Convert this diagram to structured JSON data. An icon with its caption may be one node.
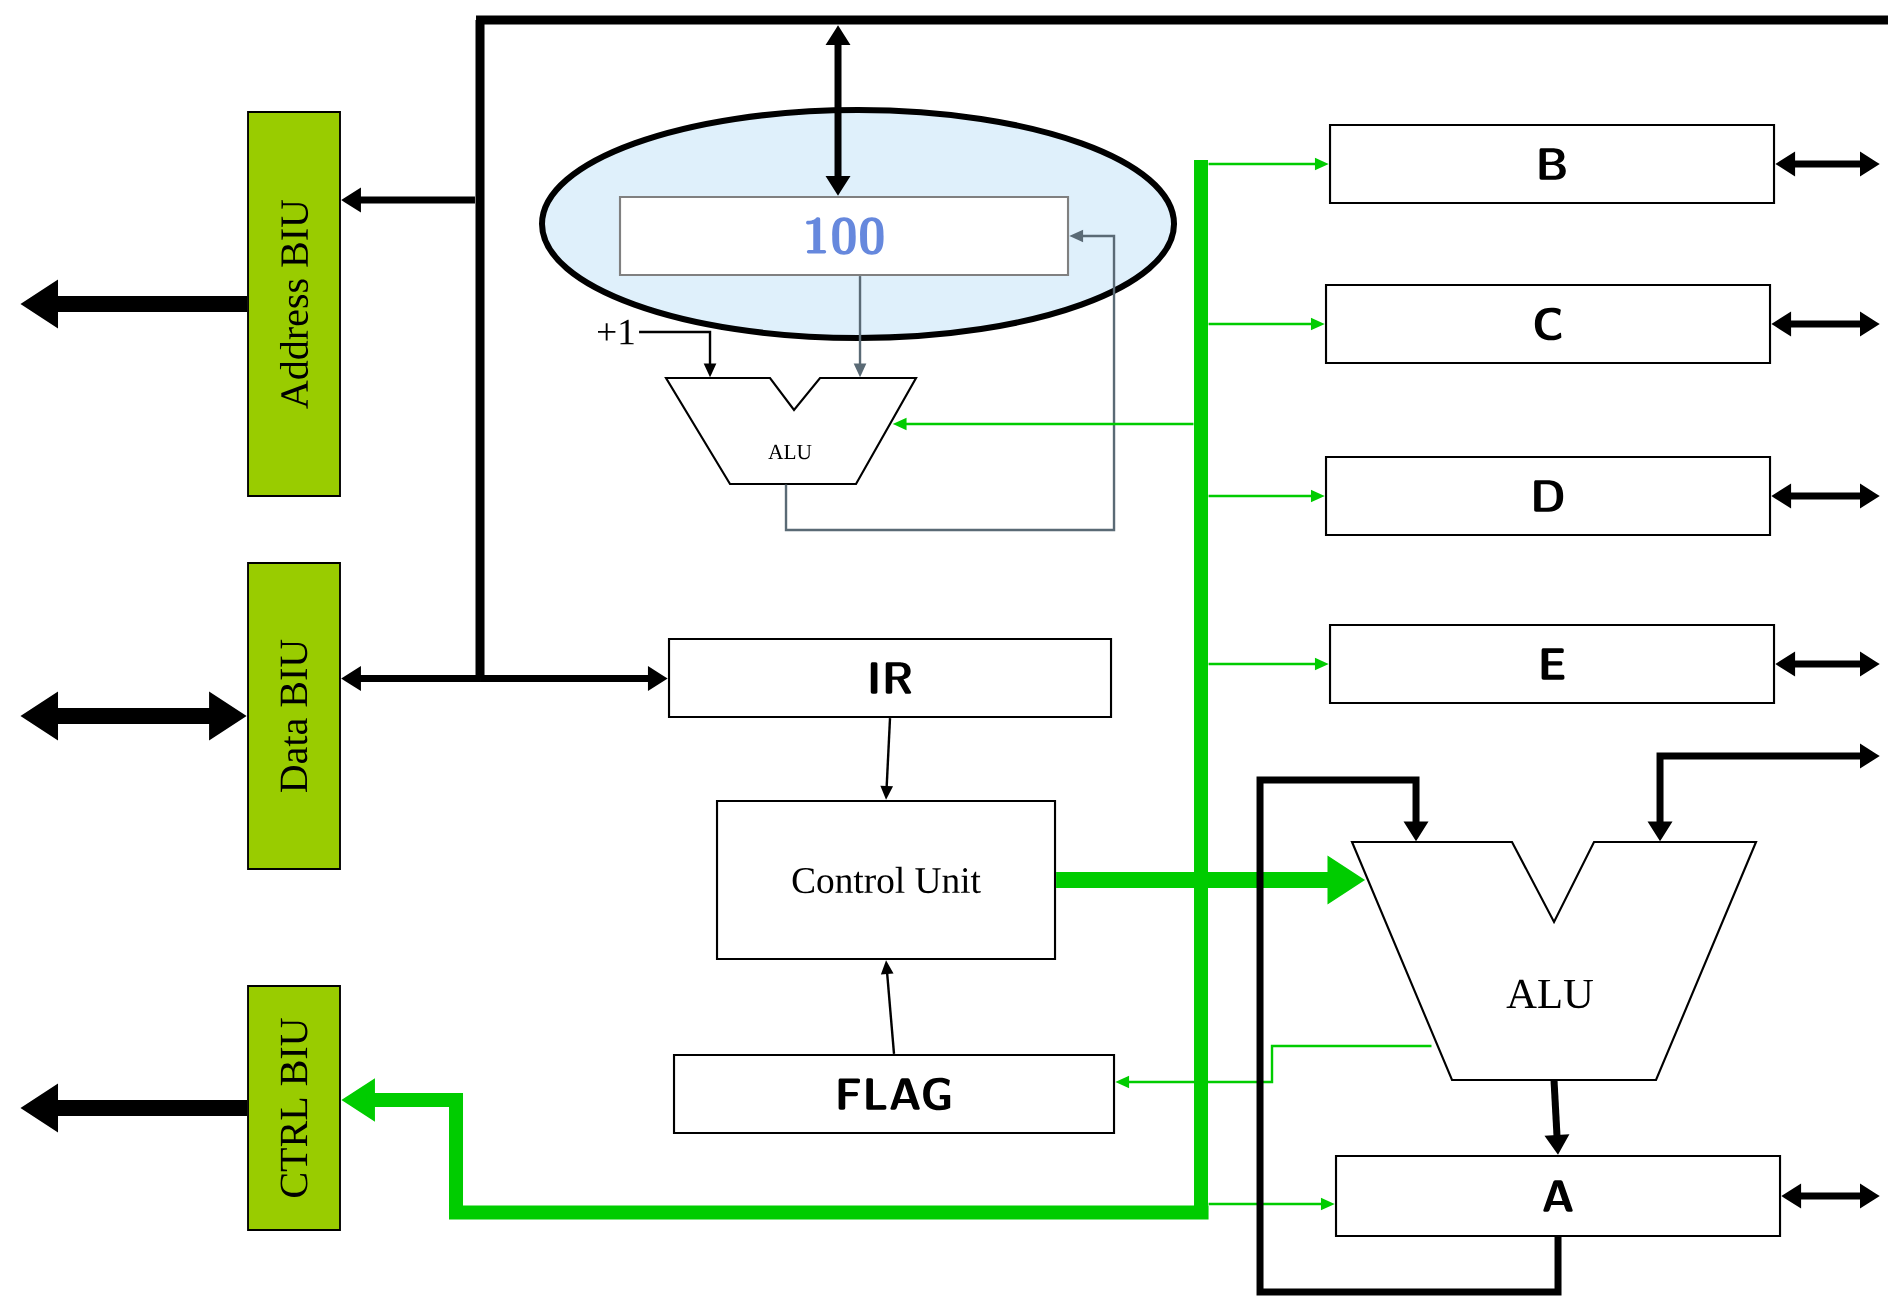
{
  "diagram": {
    "nodes": [
      {
        "text": [
          "Address BIU"
        ]
      },
      {
        "text": [
          "Data BIU"
        ]
      },
      {
        "text": [
          "CTRL BIU"
        ]
      },
      {
        "text": [],
        "shape": "bar"
      },
      {
        "text": [],
        "shape": "ellipse"
      },
      {
        "text": [
          "100"
        ],
        "in": 4
      },
      {
        "text": [
          "+1"
        ]
      },
      {
        "text": [
          "ALU"
        ]
      },
      {
        "text": [],
        "shape": "bar"
      },
      {
        "text": [
          "B"
        ]
      },
      {
        "text": [
          "C"
        ]
      },
      {
        "text": [
          "D"
        ]
      },
      {
        "text": [
          "E"
        ]
      },
      {
        "text": [
          "IR"
        ]
      },
      {
        "text": [
          "Control Unit"
        ]
      },
      {
        "text": [
          "FLAG"
        ]
      },
      {
        "text": [
          "ALU"
        ]
      },
      {
        "text": [
          "A"
        ]
      },
      {
        "text": [],
        "shape": "bar"
      }
    ],
    "edges": [
      {
        "from": 0,
        "to": null,
        "arrow": "to",
        "style": "thick"
      },
      {
        "from": 1,
        "to": null,
        "arrow": "both",
        "style": "thick"
      },
      {
        "from": 2,
        "to": null,
        "arrow": "to",
        "style": "thick"
      },
      {
        "from": 3,
        "to": 0,
        "arrow": "to"
      },
      {
        "from": 3,
        "to": 1,
        "arrow": "to"
      },
      {
        "from": 3,
        "to": 13,
        "arrow": "to"
      },
      {
        "from": 18,
        "to": 5,
        "arrow": "both"
      },
      {
        "from": 5,
        "to": 7,
        "arrow": "to",
        "color": "#5a6a75"
      },
      {
        "from": 6,
        "to": 7,
        "arrow": "to"
      },
      {
        "from": 7,
        "to": 5,
        "arrow": "to",
        "color": "#5a6a75"
      },
      {
        "from": 8,
        "to": 7,
        "arrow": "to",
        "color": "#00cc00"
      },
      {
        "from": 8,
        "to": 9,
        "arrow": "to",
        "color": "#00cc00"
      },
      {
        "from": 8,
        "to": 10,
        "arrow": "to",
        "color": "#00cc00"
      },
      {
        "from": 8,
        "to": 11,
        "arrow": "to",
        "color": "#00cc00"
      },
      {
        "from": 8,
        "to": 12,
        "arrow": "to",
        "color": "#00cc00"
      },
      {
        "from": 8,
        "to": 17,
        "arrow": "to",
        "color": "#00cc00"
      },
      {
        "from": 8,
        "to": 2,
        "arrow": "to",
        "style": "thick",
        "color": "#00cc00"
      },
      {
        "from": 13,
        "to": 14,
        "arrow": "to"
      },
      {
        "from": 15,
        "to": 14,
        "arrow": "to"
      },
      {
        "from": 14,
        "to": 16,
        "arrow": "to",
        "style": "thick",
        "color": "#00cc00"
      },
      {
        "from": 16,
        "to": 15,
        "arrow": "to",
        "color": "#00cc00"
      },
      {
        "from": 16,
        "to": 17,
        "arrow": "to"
      },
      {
        "from": 17,
        "to": 16,
        "arrow": "to"
      },
      {
        "from": 16,
        "to": null,
        "arrow": "both"
      },
      {
        "from": 9,
        "to": null,
        "arrow": "both"
      },
      {
        "from": 10,
        "to": null,
        "arrow": "both"
      },
      {
        "from": 11,
        "to": null,
        "arrow": "both"
      },
      {
        "from": 12,
        "to": null,
        "arrow": "both"
      },
      {
        "from": 17,
        "to": null,
        "arrow": "both"
      }
    ]
  }
}
